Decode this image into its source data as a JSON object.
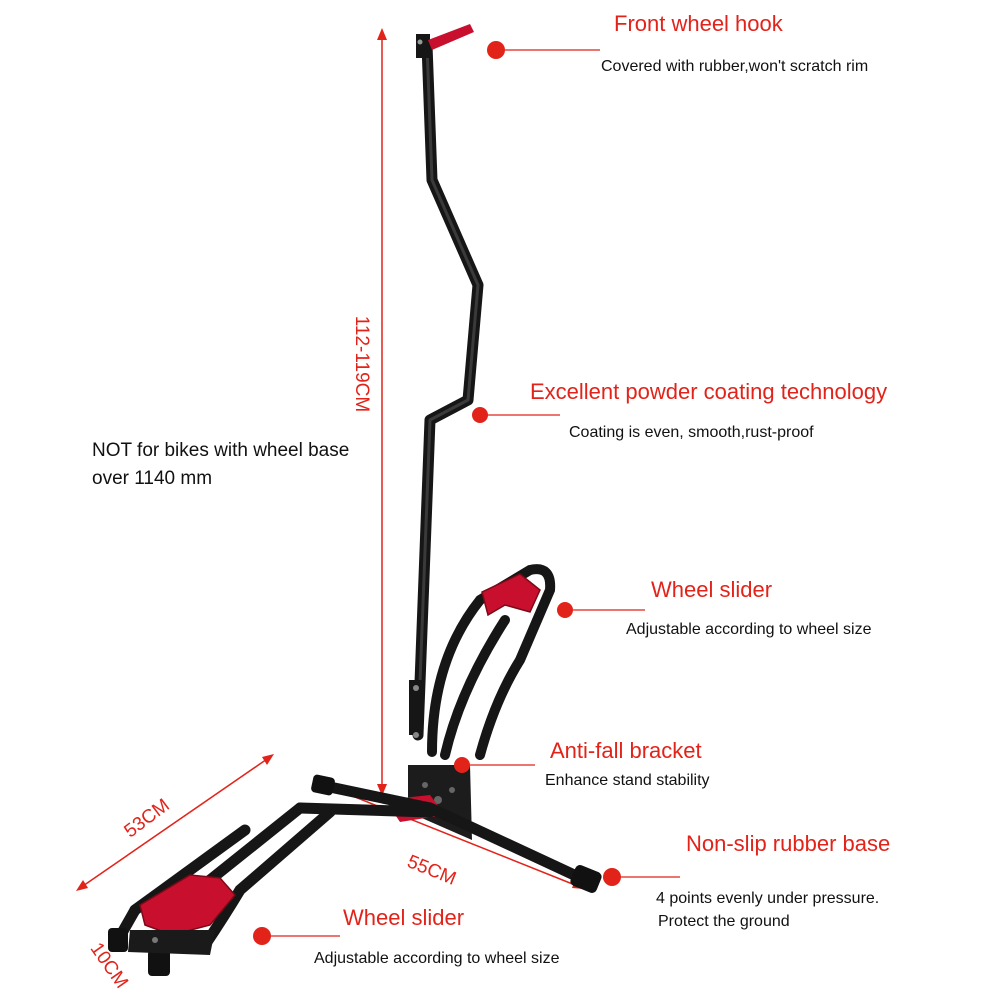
{
  "colors": {
    "accent": "#e2231a",
    "frame": "#161616",
    "rubber": "#c8102e",
    "text": "#111111"
  },
  "callouts": [
    {
      "title": "Front wheel hook",
      "desc": "Covered with rubber,won't scratch rim"
    },
    {
      "title": "Excellent powder coating technology",
      "desc": "Coating is even, smooth,rust-proof"
    },
    {
      "title": "Wheel slider",
      "desc": "Adjustable according to wheel size"
    },
    {
      "title": "Anti-fall bracket",
      "desc": "Enhance stand stability"
    },
    {
      "title": "Non-slip rubber base",
      "desc": "4 points evenly under pressure.",
      "desc2": "Protect the ground"
    },
    {
      "title": "Wheel slider",
      "desc": "Adjustable according to wheel size"
    }
  ],
  "note": {
    "line1": "NOT for bikes with wheel base",
    "line2": "over 1140 mm"
  },
  "dimensions": {
    "height": "112-119CM",
    "depth": "53CM",
    "width": "55CM",
    "slot": "10CM"
  }
}
